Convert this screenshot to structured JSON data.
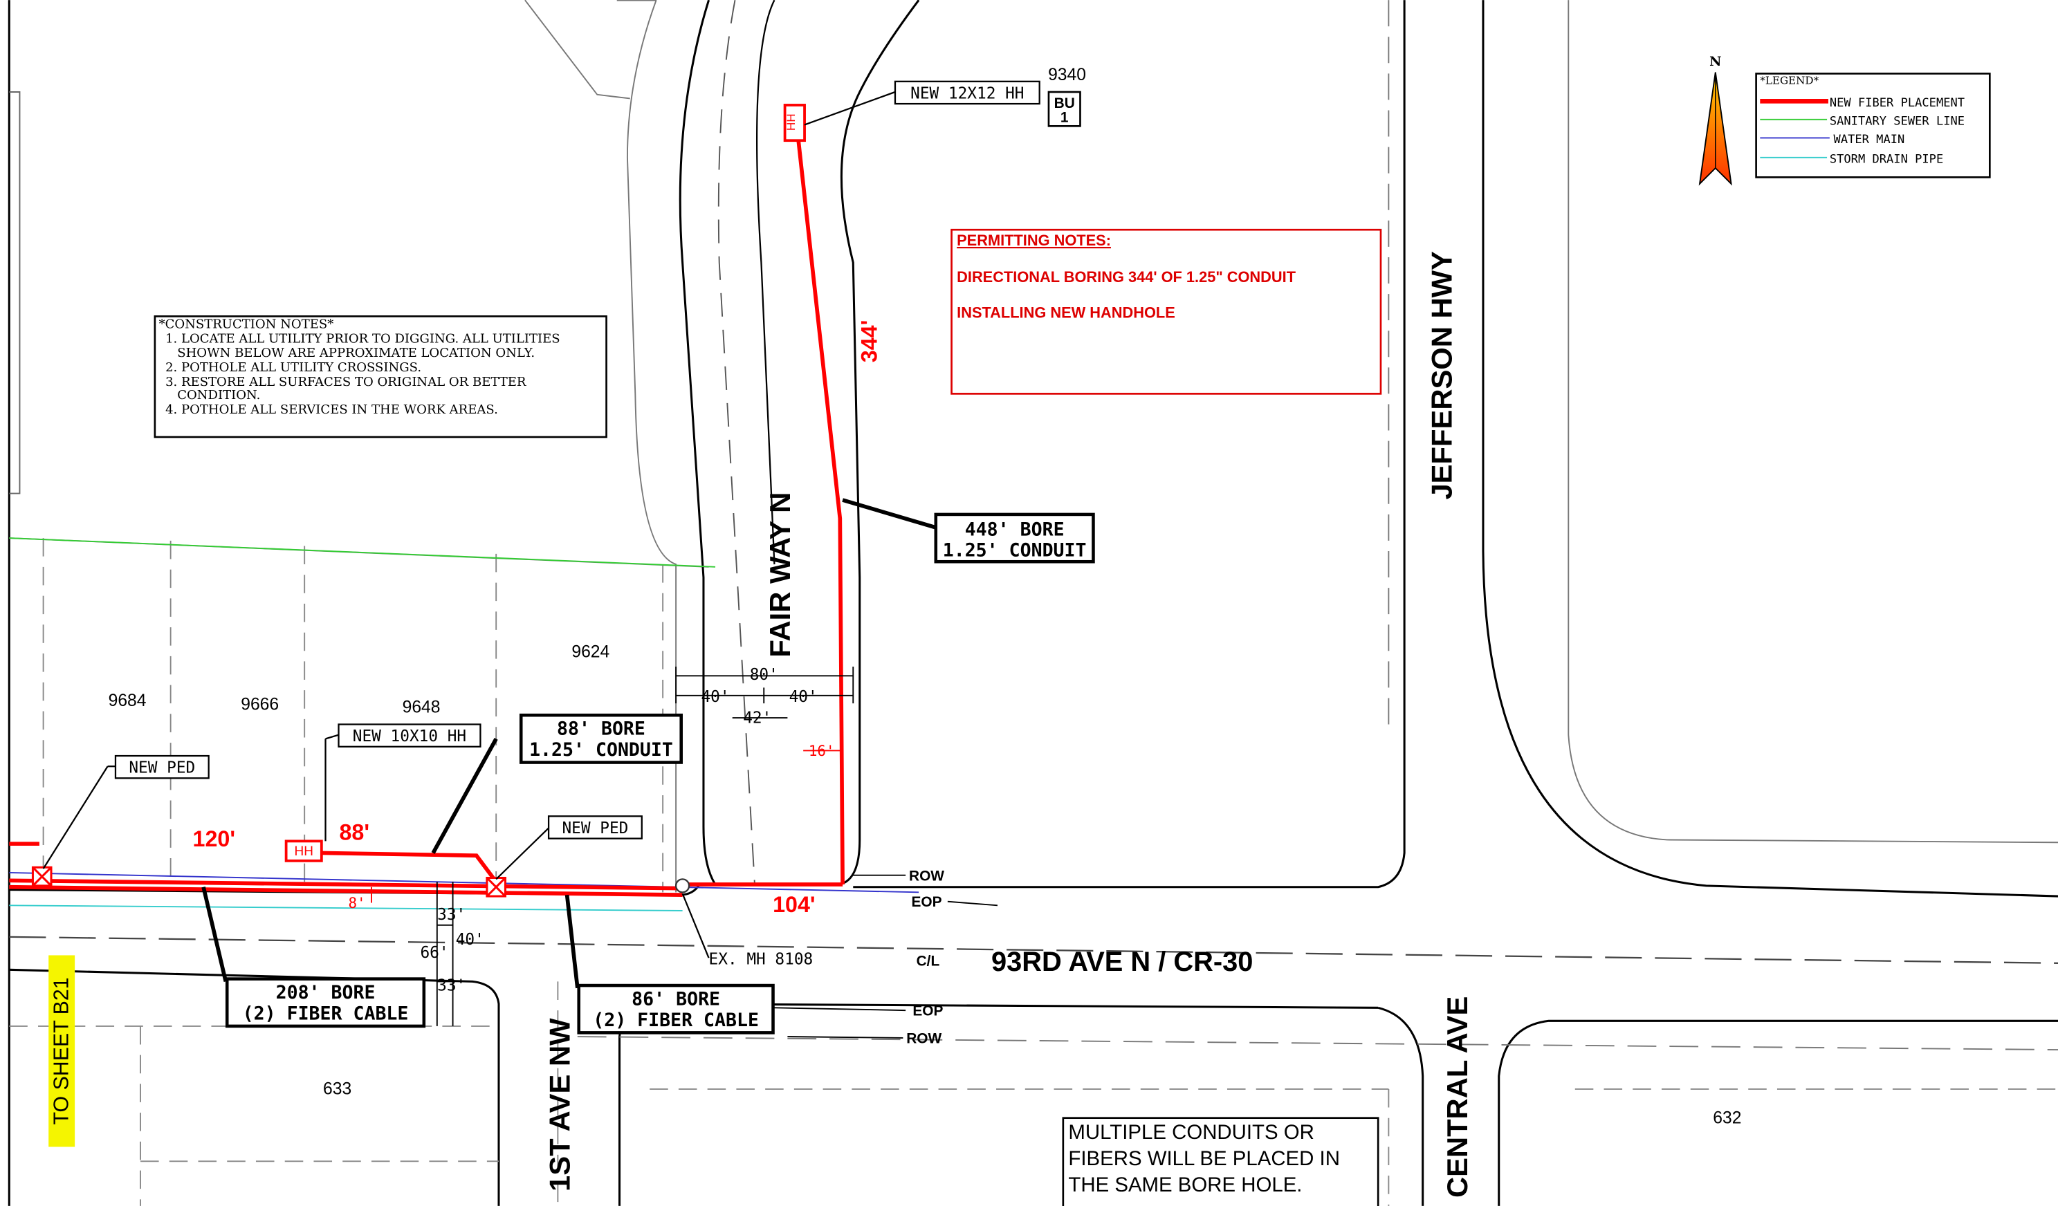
{
  "colors": {
    "fiber": "#ff0000",
    "sewer": "#33cc33",
    "water": "#3333cc",
    "storm": "#33cccc",
    "highlight": "#f5f500",
    "ink": "#000000",
    "gray": "#8c8c8c",
    "permit": "#dd0000"
  },
  "north": {
    "label": "N"
  },
  "legend": {
    "title": "*LEGEND*",
    "items": [
      {
        "label": "NEW FIBER PLACEMENT",
        "color": "#ff0000",
        "style": "thick"
      },
      {
        "label": "SANITARY SEWER LINE",
        "color": "#33cc33",
        "style": "thin"
      },
      {
        "label": "WATER MAIN",
        "color": "#3333cc",
        "style": "thin"
      },
      {
        "label": "STORM DRAIN PIPE",
        "color": "#33cccc",
        "style": "thin"
      }
    ]
  },
  "construction_notes": {
    "title": "*CONSTRUCTION NOTES*",
    "lines": [
      "1. LOCATE ALL UTILITY PRIOR TO DIGGING. ALL UTILITIES",
      "   SHOWN BELOW ARE APPROXIMATE LOCATION ONLY.",
      "2. POTHOLE ALL UTILITY CROSSINGS.",
      "3. RESTORE ALL SURFACES TO ORIGINAL OR BETTER",
      "   CONDITION.",
      "4. POTHOLE ALL SERVICES IN THE WORK AREAS."
    ]
  },
  "permitting_notes": {
    "title": "PERMITTING NOTES:",
    "lines": [
      "DIRECTIONAL BORING 344' OF 1.25\" CONDUIT",
      "INSTALLING NEW HANDHOLE"
    ]
  },
  "streets": {
    "fair_way": "FAIR WAY N",
    "jefferson": "JEFFERSON HWY",
    "avenue_93": "93RD AVE N / CR-30",
    "first_ave": "1ST AVE NW",
    "central": "CENTRAL AVE"
  },
  "parcels": {
    "p9684": "9684",
    "p9666": "9666",
    "p9648": "9648",
    "p9624": "9624",
    "p633": "633",
    "p632": "632",
    "p9340": "9340"
  },
  "bu_tag": {
    "line1": "BU",
    "line2": "1"
  },
  "callouts": {
    "hh12": "NEW 12X12 HH",
    "hh10": "NEW 10X10 HH",
    "ped_left": "NEW PED",
    "ped_right": "NEW PED",
    "ex_mh": "EX. MH 8108"
  },
  "handhole": {
    "label": "HH"
  },
  "bores": {
    "b448": {
      "line1": "448' BORE",
      "line2": "1.25' CONDUIT"
    },
    "b88": {
      "line1": "88' BORE",
      "line2": "1.25' CONDUIT"
    },
    "b208": {
      "line1": "208' BORE",
      "line2": "(2) FIBER CABLE"
    },
    "b86": {
      "line1": "86' BORE",
      "line2": "(2) FIBER CABLE"
    }
  },
  "lengths": {
    "l344": "344'",
    "l120": "120'",
    "l88": "88'",
    "l104": "104'",
    "l8": "8'",
    "l16": "16'"
  },
  "dimensions": {
    "d80": "80'",
    "d40a": "40'",
    "d40b": "40'",
    "d42": "42'",
    "d33a": "33'",
    "d40c": "40'",
    "d66": "66'",
    "d33b": "33'"
  },
  "row_labels": {
    "row_top": "ROW",
    "eop_top": "EOP",
    "cl": "C/L",
    "eop_bottom": "EOP",
    "row_bottom": "ROW"
  },
  "sheet_ref": "TO SHEET B21",
  "bore_note": {
    "lines": [
      "MULTIPLE CONDUITS OR",
      "FIBERS WILL BE PLACED IN",
      "THE SAME BORE HOLE."
    ]
  }
}
